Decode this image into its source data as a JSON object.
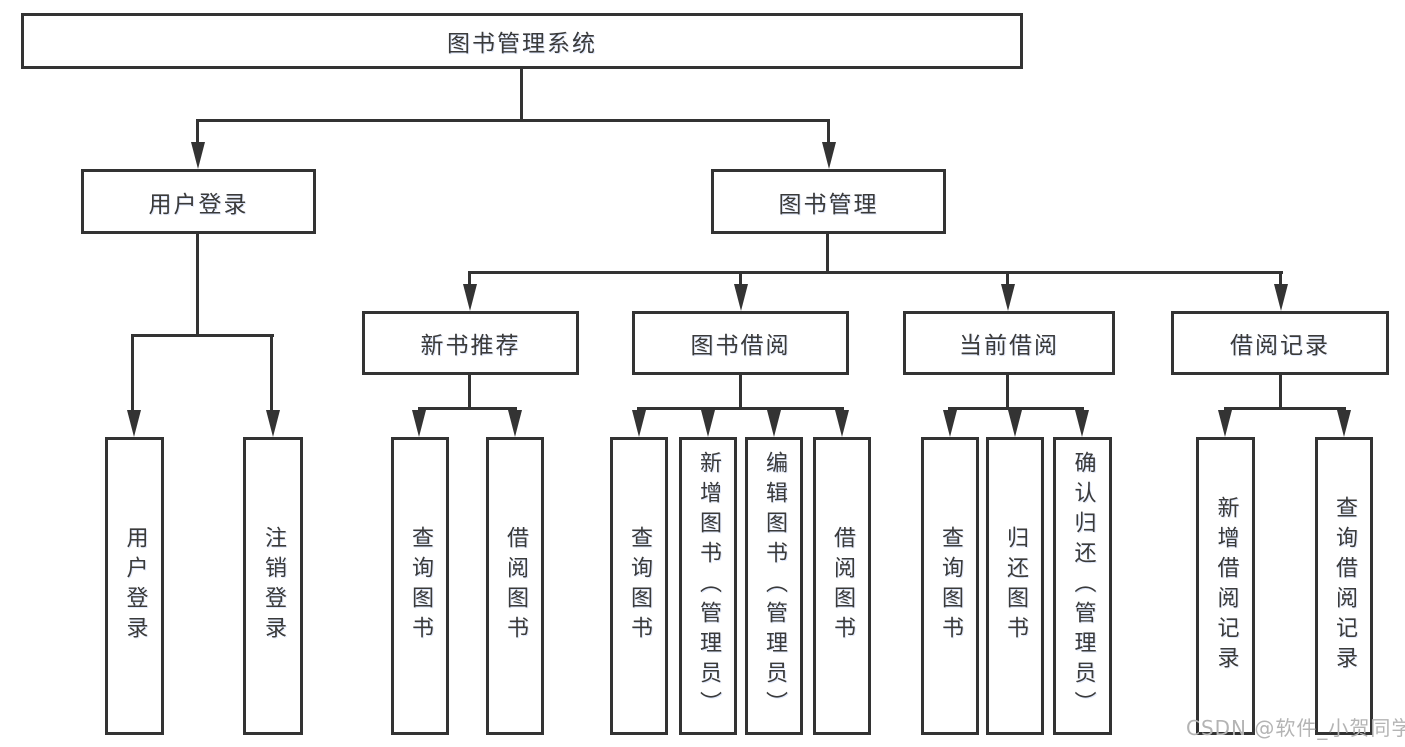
{
  "diagram": {
    "root": {
      "label": "图书管理系统"
    },
    "level2": [
      {
        "label": "用户登录"
      },
      {
        "label": "图书管理"
      }
    ],
    "level3": [
      {
        "label": "新书推荐"
      },
      {
        "label": "图书借阅"
      },
      {
        "label": "当前借阅"
      },
      {
        "label": "借阅记录"
      }
    ],
    "leaves": [
      {
        "label": "用户登录",
        "parent": "用户登录"
      },
      {
        "label": "注销登录",
        "parent": "用户登录"
      },
      {
        "label": "查询图书",
        "parent": "新书推荐"
      },
      {
        "label": "借阅图书",
        "parent": "新书推荐"
      },
      {
        "label": "查询图书",
        "parent": "图书借阅"
      },
      {
        "label": "新增图书（管理员）",
        "parent": "图书借阅"
      },
      {
        "label": "编辑图书（管理员）",
        "parent": "图书借阅"
      },
      {
        "label": "借阅图书",
        "parent": "图书借阅"
      },
      {
        "label": "查询图书",
        "parent": "当前借阅"
      },
      {
        "label": "归还图书",
        "parent": "当前借阅"
      },
      {
        "label": "确认归还（管理员）",
        "parent": "当前借阅"
      },
      {
        "label": "新增借阅记录",
        "parent": "借阅记录"
      },
      {
        "label": "查询借阅记录",
        "parent": "借阅记录"
      }
    ]
  },
  "watermark": {
    "text": "CSDN @软件_小贺同学"
  },
  "colors": {
    "line": "#333333",
    "text": "#3a3a3a",
    "watermark": "#b4b4b4",
    "background": "#ffffff"
  }
}
